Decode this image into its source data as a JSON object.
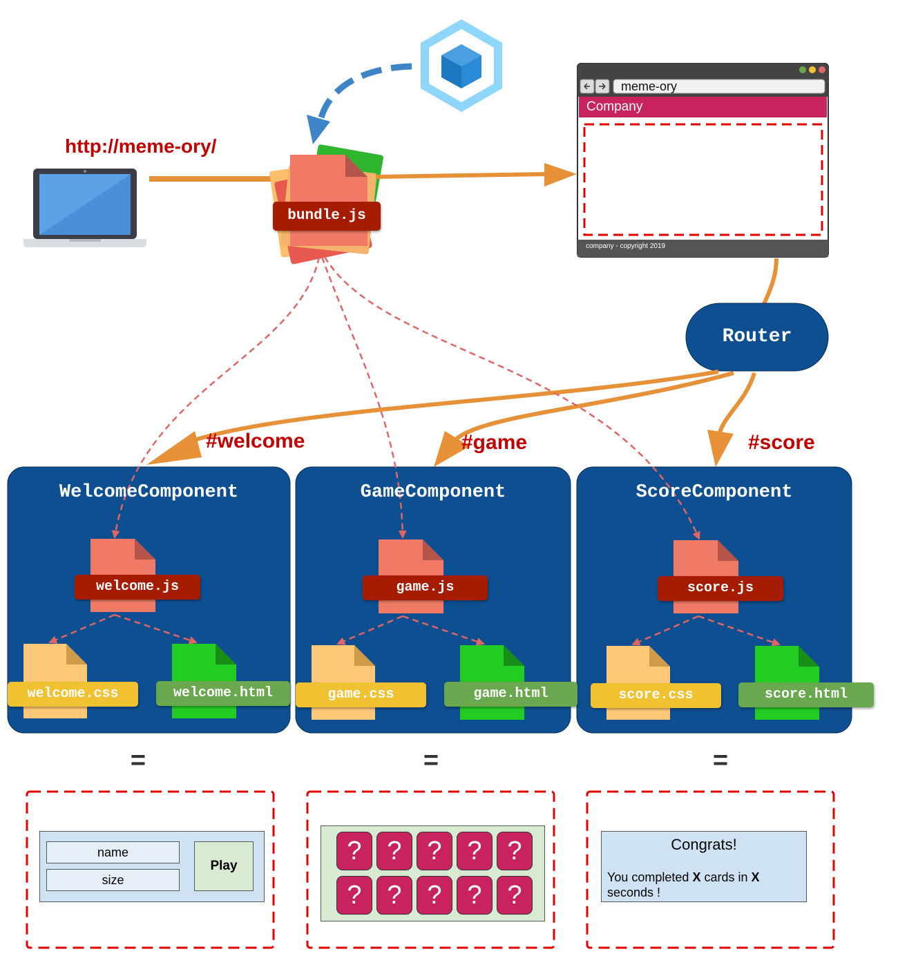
{
  "url": "http://meme-ory/",
  "bundle": {
    "label": "bundle.js"
  },
  "browser": {
    "address": "meme-ory",
    "header": "Company",
    "footer": "company - copyright 2019"
  },
  "router": {
    "label": "Router"
  },
  "routes": [
    "#welcome",
    "#game",
    "#score"
  ],
  "components": [
    {
      "title": "WelcomeComponent",
      "js": "welcome.js",
      "css": "welcome.css",
      "html": "welcome.html"
    },
    {
      "title": "GameComponent",
      "js": "game.js",
      "css": "game.css",
      "html": "game.html"
    },
    {
      "title": "ScoreComponent",
      "js": "score.js",
      "css": "score.css",
      "html": "score.html"
    }
  ],
  "equals": "=",
  "welcome_view": {
    "name_field": "name",
    "size_field": "size",
    "play_button": "Play"
  },
  "game_view": {
    "card_symbol": "?"
  },
  "score_view": {
    "title": "Congrats!",
    "line1_a": "You completed ",
    "line1_b": "X",
    "line1_c": " cards in ",
    "line1_d": "X",
    "line2": "seconds !"
  },
  "colors": {
    "accent_red": "#c00000",
    "component_blue": "#0e4f91",
    "arrow_orange": "#e69138",
    "js_tag": "#a61c00",
    "css_tag": "#f0c232",
    "html_tag": "#6aa84f",
    "card_pink": "#c9235f",
    "webpack_blue": "#3b8fd6"
  }
}
